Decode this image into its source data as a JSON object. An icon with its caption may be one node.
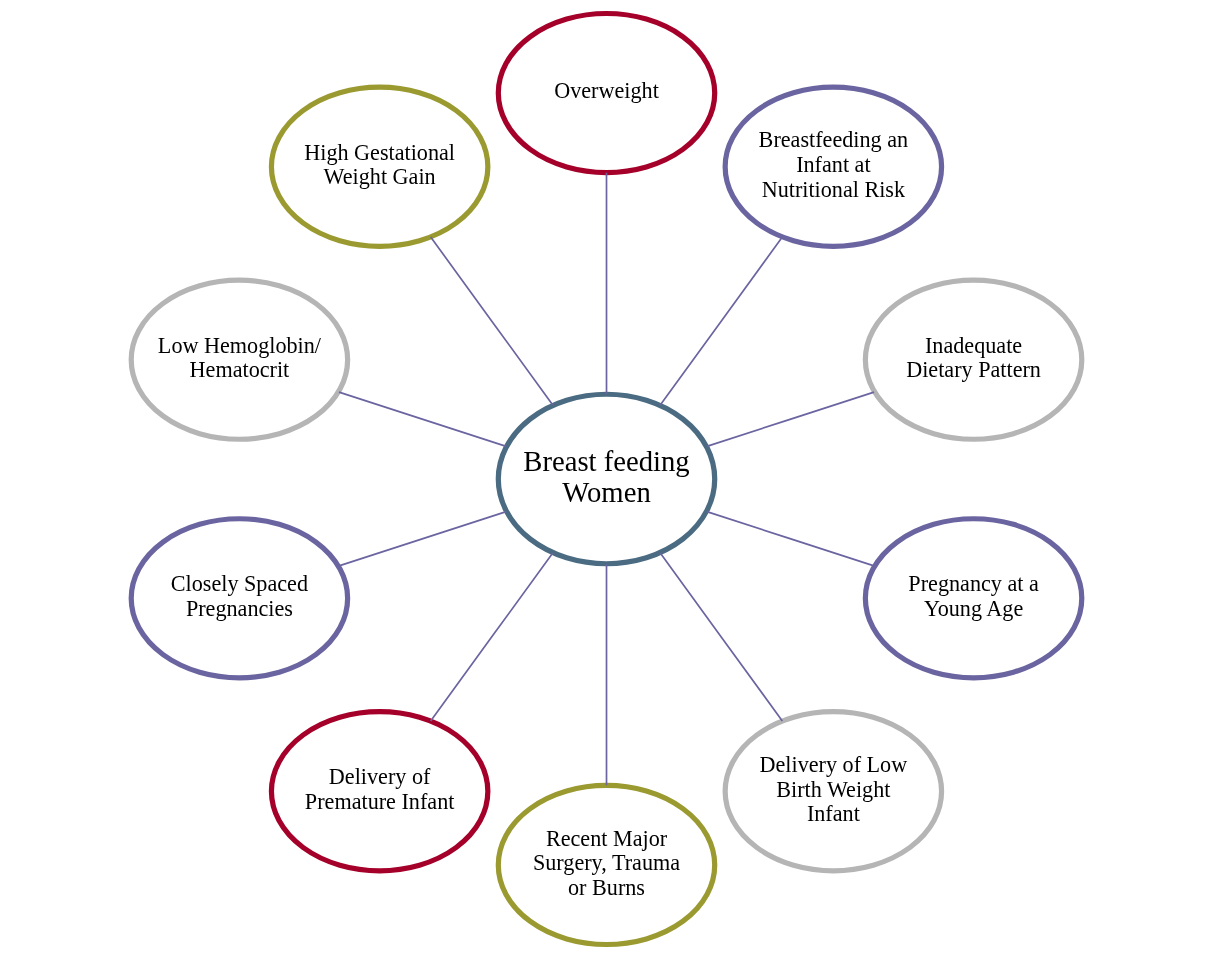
{
  "diagram": {
    "nodes": [
      {
        "text": [
          "Breast feeding Women"
        ]
      },
      {
        "text": [
          "Inadequate Dietary Pattern"
        ]
      },
      {
        "text": [
          "Breastfeeding an Infant at Nutritional Risk"
        ]
      },
      {
        "text": [
          "Overweight"
        ]
      },
      {
        "text": [
          "High Gestational Weight Gain"
        ]
      },
      {
        "text": [
          "Low Hemoglobin/ Hematocrit"
        ]
      },
      {
        "text": [
          "Closely Spaced Pregnancies"
        ]
      },
      {
        "text": [
          "Delivery of Premature Infant"
        ]
      },
      {
        "text": [
          "Recent Major Surgery, Trauma or Burns"
        ]
      },
      {
        "text": [
          "Delivery of Low Birth Weight Infant"
        ]
      },
      {
        "text": [
          "Pregnancy at a Young Age"
        ]
      }
    ],
    "edges": [
      {
        "from": 0,
        "to": 1,
        "arrow": "none"
      },
      {
        "from": 0,
        "to": 2,
        "arrow": "none"
      },
      {
        "from": 0,
        "to": 3,
        "arrow": "none"
      },
      {
        "from": 0,
        "to": 4,
        "arrow": "none"
      },
      {
        "from": 0,
        "to": 5,
        "arrow": "none"
      },
      {
        "from": 0,
        "to": 6,
        "arrow": "none"
      },
      {
        "from": 0,
        "to": 7,
        "arrow": "none"
      },
      {
        "from": 0,
        "to": 8,
        "arrow": "none"
      },
      {
        "from": 0,
        "to": 9,
        "arrow": "none"
      },
      {
        "from": 0,
        "to": 10,
        "arrow": "none"
      }
    ]
  }
}
